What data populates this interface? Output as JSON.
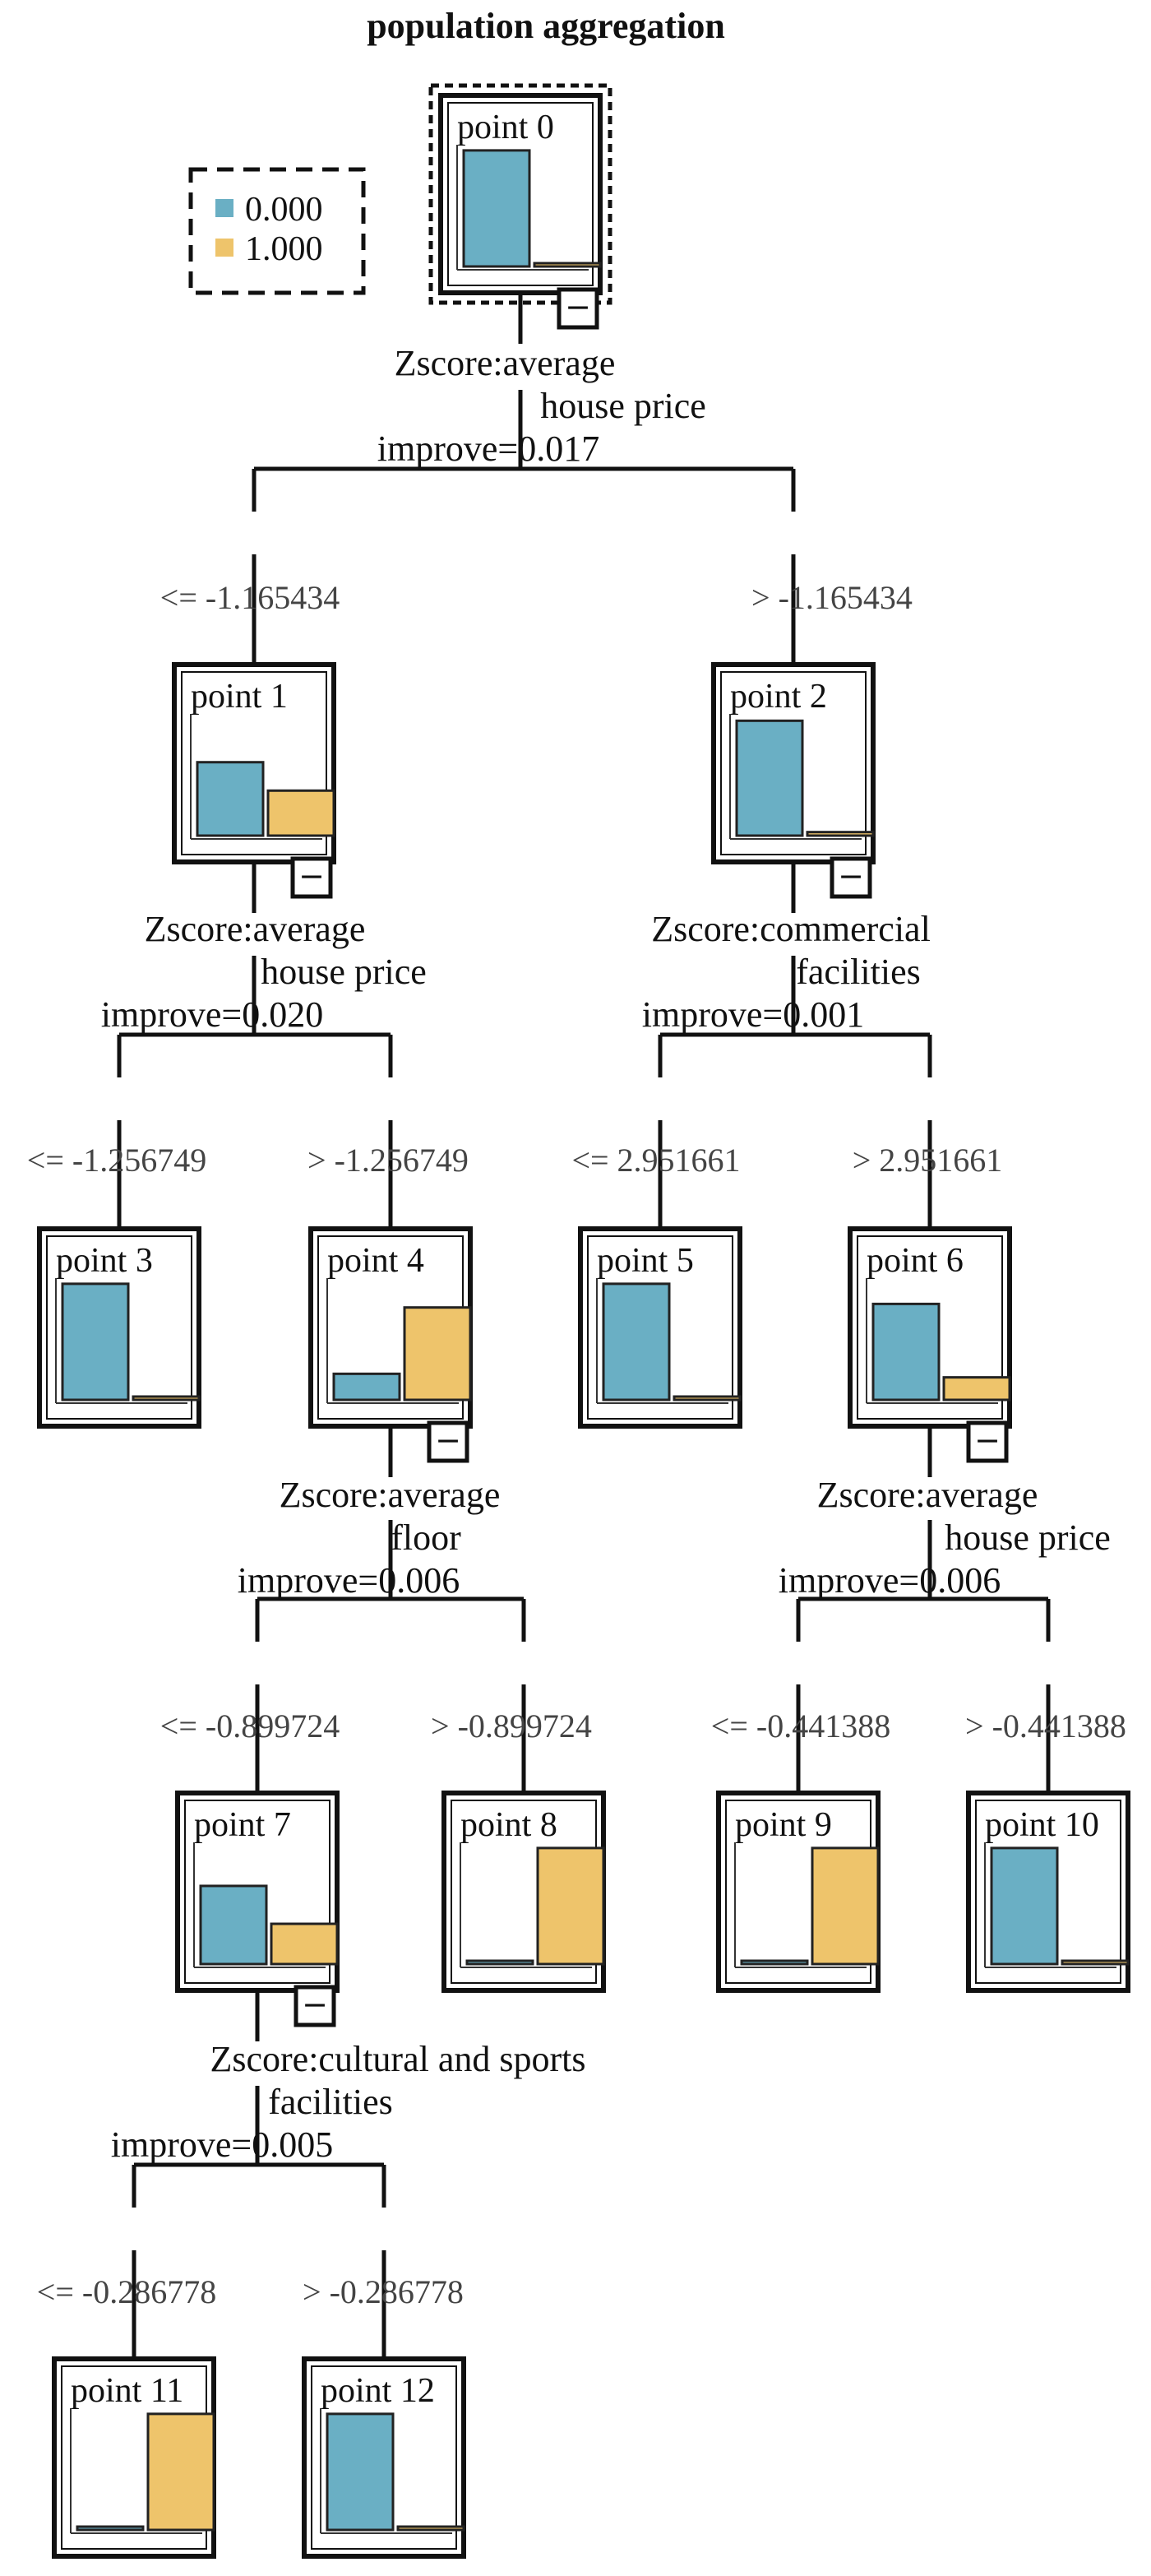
{
  "title": "population aggregation",
  "legend": {
    "items": [
      {
        "label": "0.000",
        "color": "#6aafc4"
      },
      {
        "label": "1.000",
        "color": "#eec46b"
      }
    ]
  },
  "colors": {
    "class0": "#6aafc4",
    "class1": "#eec46b",
    "line": "#111111"
  },
  "collapse_symbol": "−",
  "nodes": [
    {
      "id": 0,
      "label": "point 0",
      "values": [
        0.98,
        0.02
      ],
      "selected": true,
      "split": {
        "lines": [
          "Zscore:average",
          "house price"
        ],
        "improve": "improve=0.017"
      }
    },
    {
      "id": 1,
      "label": "point 1",
      "values": [
        0.62,
        0.38
      ],
      "split": {
        "lines": [
          "Zscore:average",
          "house price"
        ],
        "improve": "improve=0.020"
      }
    },
    {
      "id": 2,
      "label": "point 2",
      "values": [
        0.97,
        0.03
      ],
      "split": {
        "lines": [
          "Zscore:commercial",
          "facilities"
        ],
        "improve": "improve=0.001"
      }
    },
    {
      "id": 3,
      "label": "point 3",
      "values": [
        0.98,
        0.02
      ]
    },
    {
      "id": 4,
      "label": "point 4",
      "values": [
        0.22,
        0.78
      ],
      "split": {
        "lines": [
          "Zscore:average",
          "floor"
        ],
        "improve": "improve=0.006"
      }
    },
    {
      "id": 5,
      "label": "point 5",
      "values": [
        0.98,
        0.02
      ]
    },
    {
      "id": 6,
      "label": "point 6",
      "values": [
        0.81,
        0.19
      ],
      "split": {
        "lines": [
          "Zscore:average",
          "house price"
        ],
        "improve": "improve=0.006"
      }
    },
    {
      "id": 7,
      "label": "point 7",
      "values": [
        0.66,
        0.34
      ],
      "split": {
        "lines": [
          "Zscore:cultural and sports",
          "facilities"
        ],
        "improve": "improve=0.005"
      }
    },
    {
      "id": 8,
      "label": "point 8",
      "values": [
        0.02,
        0.98
      ]
    },
    {
      "id": 9,
      "label": "point 9",
      "values": [
        0.02,
        0.98
      ]
    },
    {
      "id": 10,
      "label": "point 10",
      "values": [
        0.98,
        0.02
      ]
    },
    {
      "id": 11,
      "label": "point 11",
      "values": [
        0.02,
        0.98
      ]
    },
    {
      "id": 12,
      "label": "point 12",
      "values": [
        0.98,
        0.02
      ]
    }
  ],
  "edges": [
    {
      "parent": 0,
      "left": {
        "child": 1,
        "label": "<= -1.165434"
      },
      "right": {
        "child": 2,
        "label": "> -1.165434"
      }
    },
    {
      "parent": 1,
      "left": {
        "child": 3,
        "label": "<= -1.256749"
      },
      "right": {
        "child": 4,
        "label": "> -1.256749"
      }
    },
    {
      "parent": 2,
      "left": {
        "child": 5,
        "label": "<= 2.951661"
      },
      "right": {
        "child": 6,
        "label": "> 2.951661"
      }
    },
    {
      "parent": 4,
      "left": {
        "child": 7,
        "label": "<= -0.899724"
      },
      "right": {
        "child": 8,
        "label": "> -0.899724"
      }
    },
    {
      "parent": 6,
      "left": {
        "child": 9,
        "label": "<= -0.441388"
      },
      "right": {
        "child": 10,
        "label": "> -0.441388"
      }
    },
    {
      "parent": 7,
      "left": {
        "child": 11,
        "label": "<= -0.286778"
      },
      "right": {
        "child": 12,
        "label": "> -0.286778"
      }
    }
  ]
}
